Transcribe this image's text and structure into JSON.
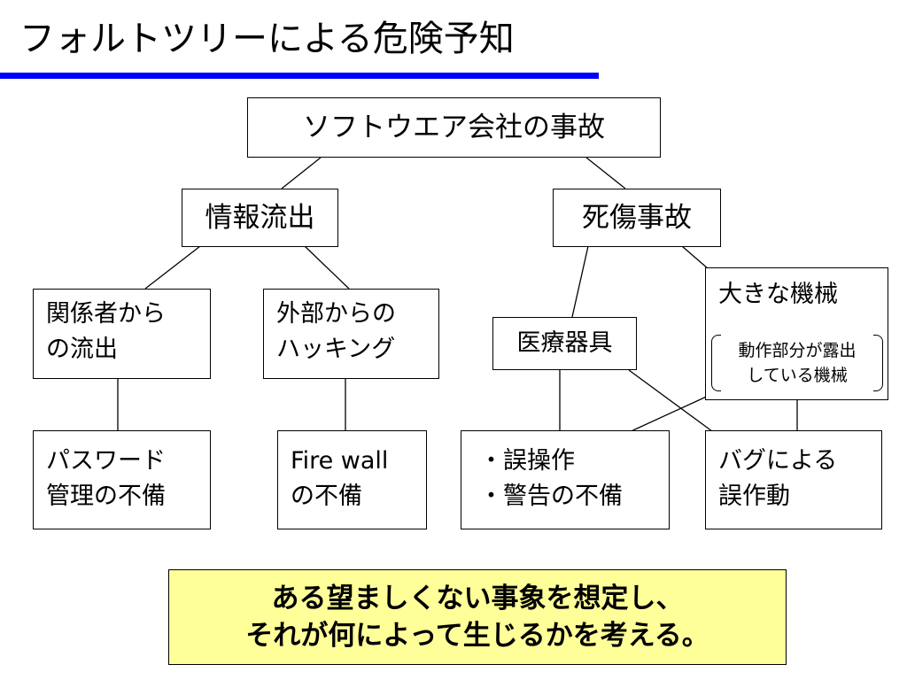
{
  "slide": {
    "title": "フォルトツリーによる危険予知",
    "colors": {
      "title_rule": "#0000ff",
      "callout_fill": "#ffff99",
      "line": "#000000"
    }
  },
  "tree": {
    "root": "ソフトウエア会社の事故",
    "info_leak": "情報流出",
    "fatal_accident": "死傷事故",
    "insider_leak": [
      "関係者から",
      "の流出"
    ],
    "hacking": [
      "外部からの",
      "ハッキング"
    ],
    "medical_device": "医療器具",
    "large_machine": "大きな機械",
    "large_machine_note": [
      "動作部分が露出",
      "している機械"
    ],
    "password": [
      "パスワード",
      "管理の不備"
    ],
    "firewall": [
      "Fire wall",
      "の不備"
    ],
    "misoperation": [
      "・誤操作",
      "・警告の不備"
    ],
    "bug": [
      "バグによる",
      "誤作動"
    ]
  },
  "callout": {
    "lines": [
      "ある望ましくない事象を想定し、",
      "それが何によって生じるかを考える。"
    ]
  }
}
